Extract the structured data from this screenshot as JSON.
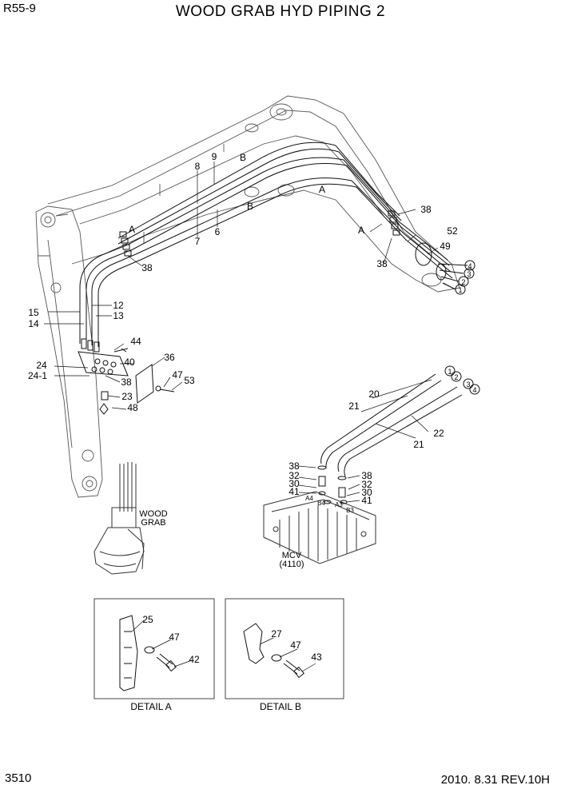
{
  "header": {
    "model": "R55-9",
    "title": "WOOD GRAB HYD PIPING 2"
  },
  "footer": {
    "page": "3510",
    "revision": "2010. 8.31  REV.10H"
  },
  "labels": {
    "wood": "WOOD",
    "grab": "GRAB",
    "mcv": "MCV",
    "mcv_code": "(4110)",
    "detail_a": "DETAIL A",
    "detail_b": "DETAIL B",
    "sec_a": "A",
    "sec_b": "B",
    "port_a4": "A4",
    "port_b4": "B4",
    "port_a3": "A3",
    "port_b3": "B3"
  },
  "parts": {
    "p1": "1",
    "p2": "2",
    "p3": "3",
    "p4": "4",
    "p6": "6",
    "p7": "7",
    "p8": "8",
    "p9": "9",
    "p12": "12",
    "p13": "13",
    "p14": "14",
    "p15": "15",
    "p20": "20",
    "p21": "21",
    "p22": "22",
    "p23": "23",
    "p24": "24",
    "p24_1": "24-1",
    "p25": "25",
    "p27": "27",
    "p30": "30",
    "p32": "32",
    "p36": "36",
    "p38": "38",
    "p40": "40",
    "p41": "41",
    "p42": "42",
    "p43": "43",
    "p44": "44",
    "p47": "47",
    "p48": "48",
    "p49": "49",
    "p52": "52",
    "p53": "53"
  }
}
